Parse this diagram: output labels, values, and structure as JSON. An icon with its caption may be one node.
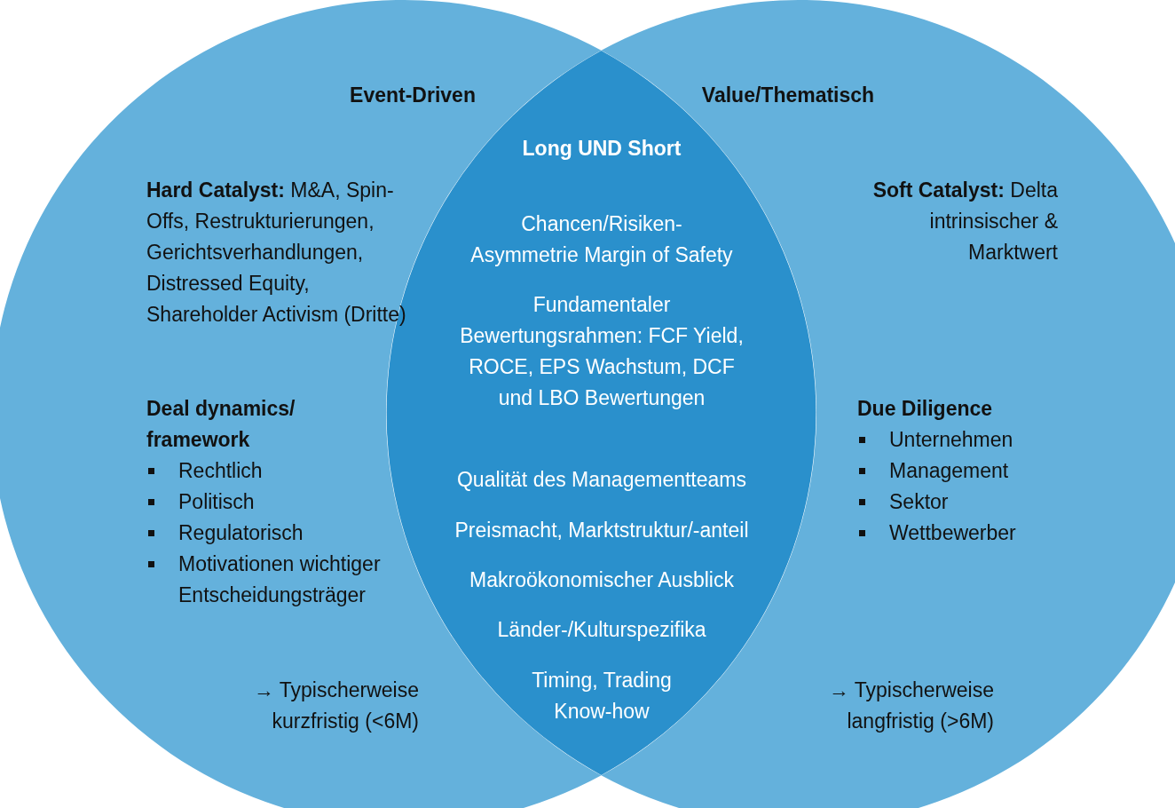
{
  "diagram": {
    "nodes": [
      {
        "text": [
          "Event-Driven",
          "**Hard Catalyst:** M&A, Spin-Offs, Restrukturierungen, Gerichtsverhandlungen, Distressed Equity, Shareholder Activism (Dritte)",
          "Deal dynamics/ framework",
          "Rechtlich",
          "Politisch",
          "Regulatorisch",
          "Motivationen wichtiger Entscheidungsträger",
          "→ Typischerweise kurzfristig (<6M)"
        ]
      },
      {
        "text": [
          "Value/Thematisch",
          "**Soft Catalyst:** Delta intrinsischer & Marktwert",
          "Due Diligence",
          "Unternehmen",
          "Management",
          "Sektor",
          "Wettbewerber",
          "→ Typischerweise langfristig (>6M)"
        ]
      },
      {
        "text": [
          "Long UND Short",
          "Chancen/Risiken-Asymmetrie Margin of Safety",
          "Fundamentaler Bewertungsrahmen: FCF Yield, ROCE, EPS Wachstum, DCF und LBO Bewertungen",
          "Qualität des Managementteams",
          "Preismacht, Marktstruktur/-anteil",
          "Makroökonomischer Ausblick",
          "Länder-/Kulturspezifika",
          "Timing, Trading Know-how"
        ]
      }
    ],
    "edges": []
  }
}
